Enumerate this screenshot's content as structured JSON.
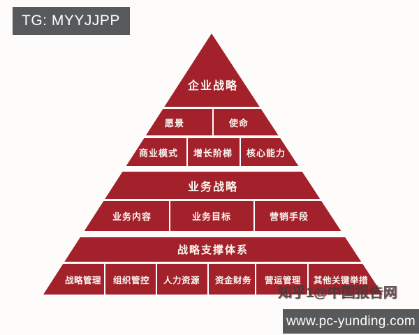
{
  "badge": {
    "text": "TG: MYYJJPP"
  },
  "website": {
    "text": "www.pc-yunding.com"
  },
  "watermark": {
    "text": "知乎1@中国报告网"
  },
  "colors": {
    "pyramid_red": "#A2212B",
    "badge_bg": "#58595B",
    "divider_white": "#FFFFFF",
    "label_white": "#FAF6F0",
    "canvas_bg": "#FDFCFB"
  },
  "pyramid": {
    "tiers": [
      {
        "title": "企业战略",
        "rows": [
          [
            "愿景",
            "使命"
          ],
          [
            "商业模式",
            "增长阶梯",
            "核心能力"
          ]
        ]
      },
      {
        "title": "业务战略",
        "rows": [
          [
            "业务内容",
            "业务目标",
            "营销手段"
          ]
        ]
      },
      {
        "title": "战略支撑体系",
        "rows": [
          [
            "战略管理",
            "组织管控",
            "人力资源",
            "资金财务",
            "营运管理",
            "其他关键举措"
          ]
        ]
      }
    ]
  }
}
